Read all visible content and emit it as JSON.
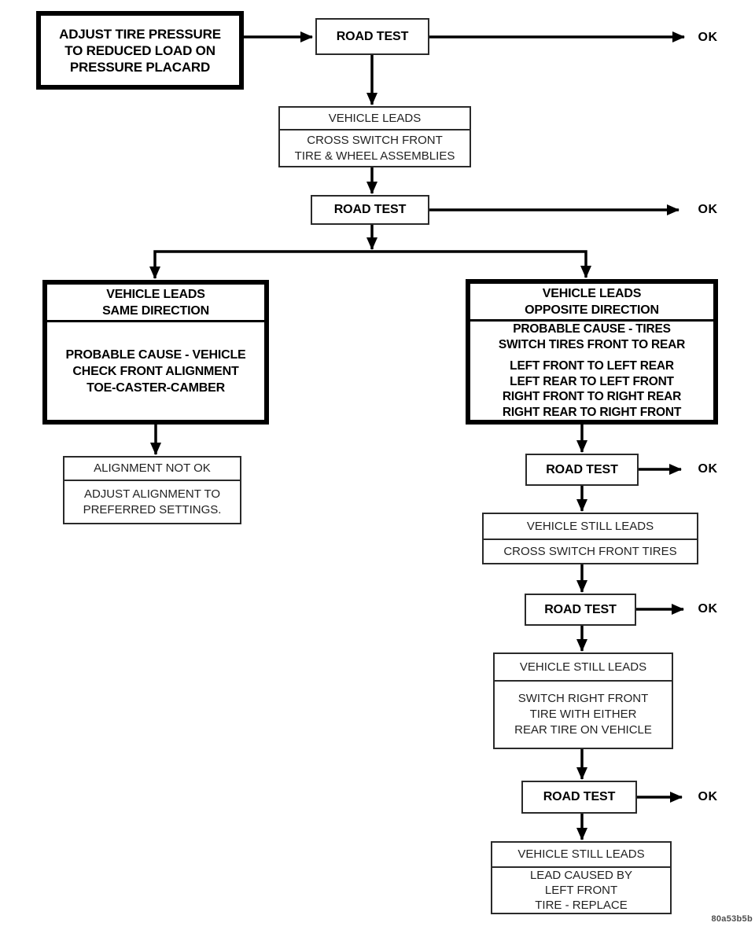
{
  "figure_code": "80a53b5b",
  "colors": {
    "ink": "#000000",
    "background": "#ffffff"
  },
  "nodes": {
    "start": {
      "lines": [
        "ADJUST TIRE PRESSURE",
        "TO REDUCED LOAD ON",
        "PRESSURE PLACARD"
      ]
    },
    "road_test_1": {
      "label": "ROAD TEST"
    },
    "ok_1": {
      "label": "OK"
    },
    "vehicle_leads": {
      "header": "VEHICLE LEADS",
      "action_lines": [
        "CROSS SWITCH FRONT",
        "TIRE & WHEEL ASSEMBLIES"
      ]
    },
    "road_test_2": {
      "label": "ROAD TEST"
    },
    "ok_2": {
      "label": "OK"
    },
    "same_direction": {
      "header_lines": [
        "VEHICLE LEADS",
        "SAME DIRECTION"
      ],
      "cause_lines": [
        "PROBABLE CAUSE - VEHICLE",
        "CHECK FRONT ALIGNMENT",
        "TOE-CASTER-CAMBER"
      ]
    },
    "alignment_not_ok": {
      "header": "ALIGNMENT NOT OK",
      "action_lines": [
        "ADJUST ALIGNMENT TO",
        "PREFERRED SETTINGS."
      ]
    },
    "opposite_direction": {
      "header_lines": [
        "VEHICLE LEADS",
        "OPPOSITE DIRECTION"
      ],
      "cause_lines": [
        "PROBABLE CAUSE - TIRES",
        "SWITCH TIRES FRONT TO REAR"
      ],
      "swap_lines": [
        "LEFT FRONT TO LEFT REAR",
        "LEFT REAR TO LEFT FRONT",
        "RIGHT FRONT TO RIGHT REAR",
        "RIGHT REAR TO RIGHT FRONT"
      ]
    },
    "road_test_3": {
      "label": "ROAD TEST"
    },
    "ok_3": {
      "label": "OK"
    },
    "still_leads_1": {
      "header": "VEHICLE STILL LEADS",
      "action_lines": [
        "CROSS SWITCH FRONT TIRES"
      ]
    },
    "road_test_4": {
      "label": "ROAD TEST"
    },
    "ok_4": {
      "label": "OK"
    },
    "still_leads_2": {
      "header": "VEHICLE STILL LEADS",
      "action_lines": [
        "SWITCH RIGHT FRONT",
        "TIRE WITH EITHER",
        "REAR TIRE ON VEHICLE"
      ]
    },
    "road_test_5": {
      "label": "ROAD TEST"
    },
    "ok_5": {
      "label": "OK"
    },
    "still_leads_3": {
      "header": "VEHICLE STILL LEADS",
      "action_lines": [
        "LEAD CAUSED BY",
        "LEFT FRONT",
        "TIRE - REPLACE"
      ]
    }
  }
}
